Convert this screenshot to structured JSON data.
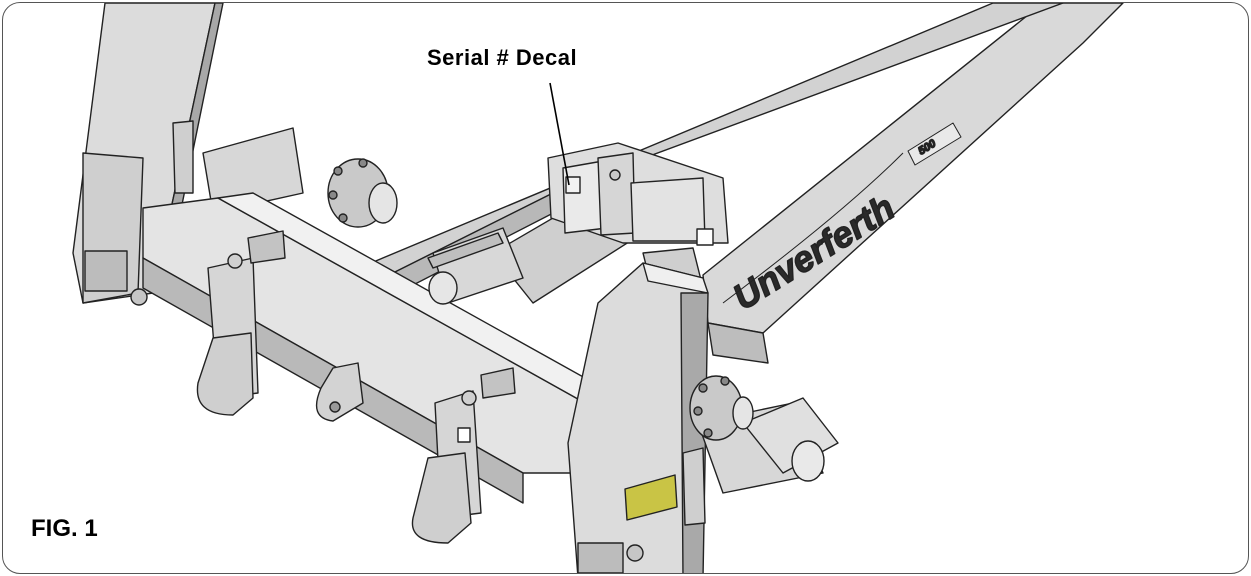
{
  "figure": {
    "callout": "Serial # Decal",
    "label": "FIG. 1",
    "brand_text": "Unverferth",
    "model_text": "500"
  },
  "colors": {
    "steel": "#d4d4d4",
    "steel_light": "#e6e6e6",
    "steel_dark": "#9a9a9a",
    "outline": "#222222",
    "warning_decal": "#c9c445"
  },
  "icons": [
    "hitch-frame-drawing",
    "wheel-hub-icon",
    "hydraulic-cylinder-icon",
    "leader-line"
  ]
}
